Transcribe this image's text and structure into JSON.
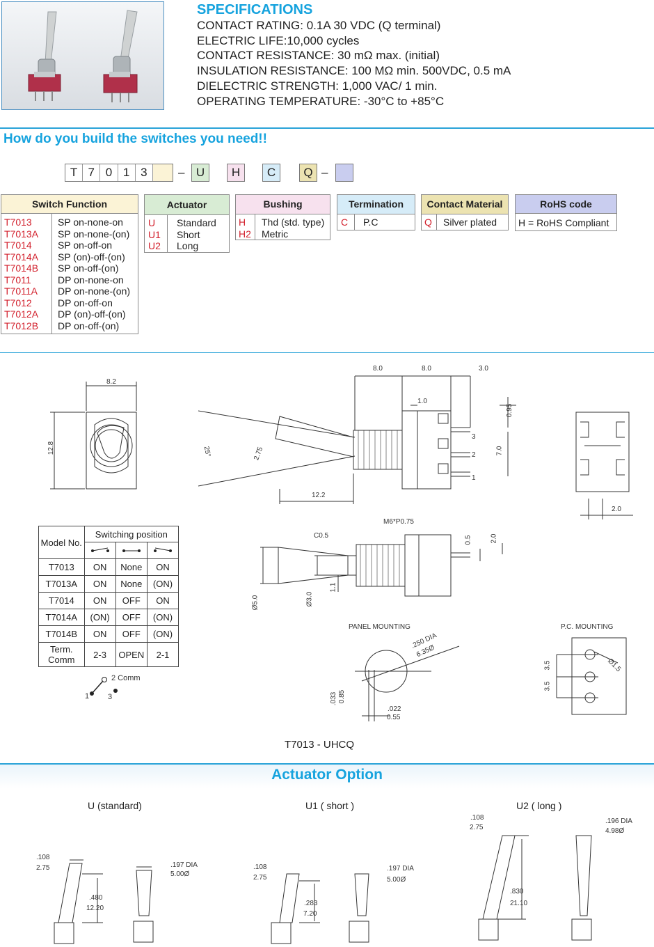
{
  "specs": {
    "title": "SPECIFICATIONS",
    "lines": [
      "CONTACT RATING: 0.1A 30 VDC (Q terminal)",
      "ELECTRIC LIFE:10,000 cycles",
      "CONTACT RESISTANCE: 30 mΩ max. (initial)",
      "INSULATION RESISTANCE: 100 MΩ min. 500VDC, 0.5 mA",
      "DIELECTRIC STRENGTH: 1,000 VAC/ 1 min.",
      "OPERATING TEMPERATURE: -30°C to +85°C"
    ]
  },
  "build": {
    "title": "How do you build the switches you need!!",
    "part_chars": [
      "T",
      "7",
      "0",
      "1",
      "3",
      ""
    ],
    "dash": "–",
    "u": "U",
    "h": "H",
    "c": "C",
    "q": "Q",
    "blank": ""
  },
  "switch_function": {
    "header": "Switch Function",
    "rows": [
      {
        "code": "T7013",
        "desc": "SP  on-none-on"
      },
      {
        "code": "T7013A",
        "desc": "SP  on-none-(on)"
      },
      {
        "code": "T7014",
        "desc": "SP  on-off-on"
      },
      {
        "code": "T7014A",
        "desc": "SP  (on)-off-(on)"
      },
      {
        "code": "T7014B",
        "desc": "SP  on-off-(on)"
      },
      {
        "code": "T7011",
        "desc": "DP  on-none-on"
      },
      {
        "code": "T7011A",
        "desc": "DP  on-none-(on)"
      },
      {
        "code": "T7012",
        "desc": "DP  on-off-on"
      },
      {
        "code": "T7012A",
        "desc": "DP  (on)-off-(on)"
      },
      {
        "code": "T7012B",
        "desc": "DP  on-off-(on)"
      }
    ]
  },
  "actuator": {
    "header": "Actuator",
    "rows": [
      {
        "code": "U",
        "desc": "Standard"
      },
      {
        "code": "U1",
        "desc": "Short"
      },
      {
        "code": "U2",
        "desc": "Long"
      }
    ]
  },
  "bushing": {
    "header": "Bushing",
    "rows": [
      {
        "code": "H",
        "desc": "Thd (std. type)"
      },
      {
        "code": "H2",
        "desc": "Metric"
      }
    ]
  },
  "termination": {
    "header": "Termination",
    "rows": [
      {
        "code": "C",
        "desc": "P.C"
      }
    ]
  },
  "contact_material": {
    "header": "Contact Material",
    "rows": [
      {
        "code": "Q",
        "desc": "Silver plated"
      }
    ]
  },
  "rohs": {
    "header": "RoHS code",
    "text": "H = RoHS Compliant"
  },
  "colors": {
    "accent": "#16a3de",
    "rule": "#29a3d8",
    "code_red": "#d21f2b",
    "sf_bg": "#fbf3d6",
    "act_bg": "#d8ecd4",
    "bush_bg": "#f7e1ee",
    "term_bg": "#d6ecf8",
    "cm_bg": "#ece3b1",
    "rohs_bg": "#c9cdef"
  },
  "dims_top": {
    "w82": "8.2",
    "h128": "12.8",
    "d80a": "8.0",
    "d80b": "8.0",
    "d30": "3.0",
    "d10": "1.0",
    "d095": "0.95",
    "d70": "7.0",
    "ang": "25°",
    "d275": "2.75",
    "d122": "12.2",
    "d20": "2.0",
    "pin3": "3",
    "pin2": "2",
    "pin1": "1"
  },
  "switching_table": {
    "model_hdr": "Model No.",
    "pos_hdr": "Switching position",
    "rows": [
      {
        "model": "T7013",
        "a": "ON",
        "b": "None",
        "c": "ON"
      },
      {
        "model": "T7013A",
        "a": "ON",
        "b": "None",
        "c": "(ON)"
      },
      {
        "model": "T7014",
        "a": "ON",
        "b": "OFF",
        "c": "ON"
      },
      {
        "model": "T7014A",
        "a": "(ON)",
        "b": "OFF",
        "c": "(ON)"
      },
      {
        "model": "T7014B",
        "a": "ON",
        "b": "OFF",
        "c": "(ON)"
      }
    ],
    "term_row": {
      "model": "Term. Comm",
      "a": "2-3",
      "b": "OPEN",
      "c": "2-1"
    },
    "comm_label": "2 Comm",
    "comm_1": "1",
    "comm_3": "3"
  },
  "dims_mid": {
    "m6": "M6*P0.75",
    "c05": "C0.5",
    "d05": "0.5",
    "d20b": "2.0",
    "o50": "Ø5.0",
    "o30": "Ø3.0",
    "d11": "1.1",
    "panel": "PANEL MOUNTING",
    "pcb": "P.C. MOUNTING",
    "dia1": ".250 DIA",
    "dia2": "6.35Ø",
    "d033": ".033",
    "d085": "0.85",
    "d022": ".022",
    "d055": "0.55",
    "d35a": "3.5",
    "d35b": "3.5",
    "o15": "Ø1.5",
    "caption": "T7013 - UHCQ"
  },
  "actuator_option": {
    "title": "Actuator Option",
    "u": {
      "label": "U (standard)",
      "a": ".108",
      "b": "2.75",
      "c": ".480",
      "d": "12.20",
      "e": ".197 DIA",
      "f": "5.00Ø"
    },
    "u1": {
      "label": "U1 ( short )",
      "a": ".108",
      "b": "2.75",
      "c": ".283",
      "d": "7.20",
      "e": ".197 DIA",
      "f": "5.00Ø"
    },
    "u2": {
      "label": "U2 ( long )",
      "a": ".108",
      "b": "2.75",
      "c": ".830",
      "d": "21.10",
      "e": ".196 DIA",
      "f": "4.98Ø"
    }
  }
}
